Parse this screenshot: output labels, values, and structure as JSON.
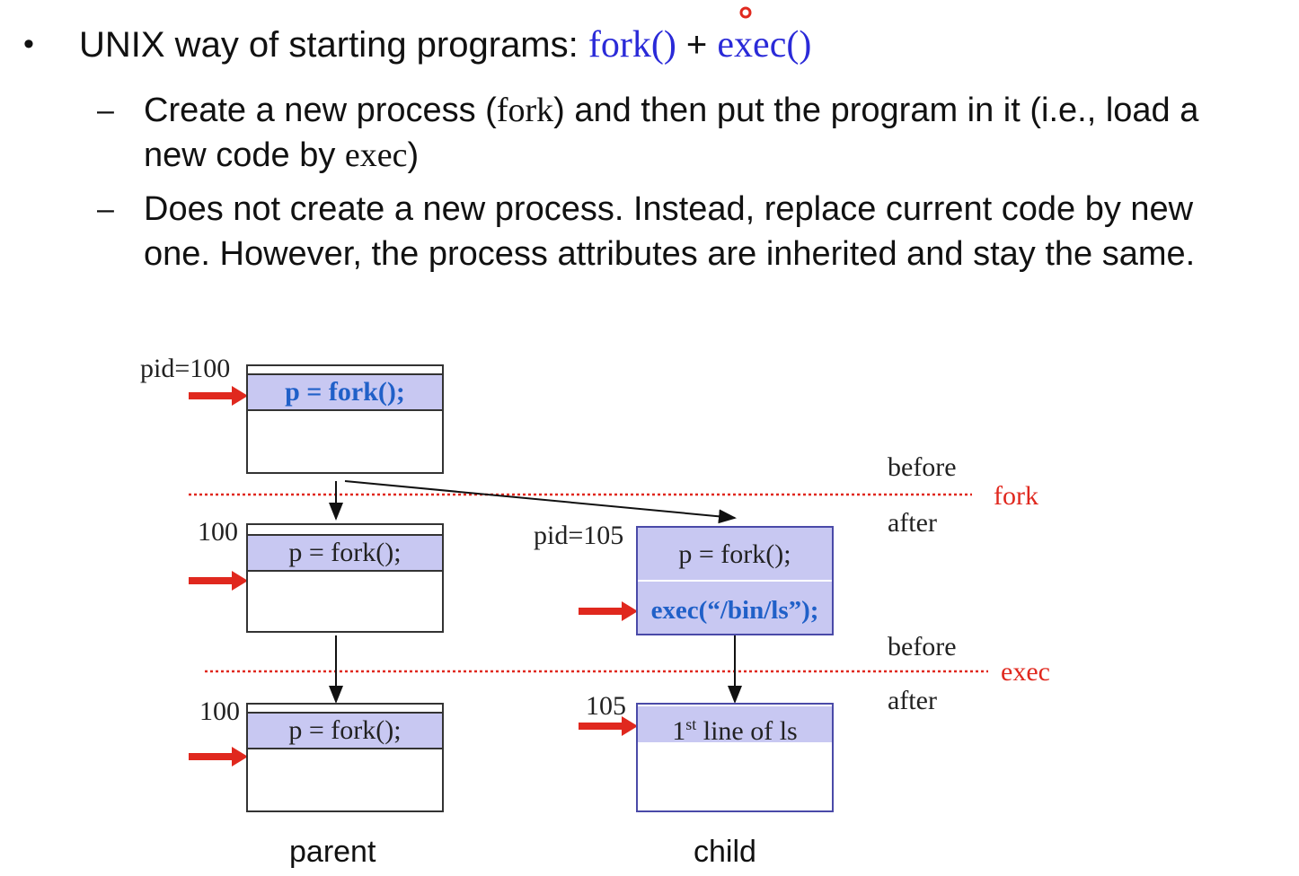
{
  "slide": {
    "bullet_marker": "•",
    "title_prefix": "UNIX way of starting programs: ",
    "title_fork": "fork()",
    "title_plus": " + ",
    "title_exec": "exec()",
    "dash": "–",
    "sub1_a": "Create a new process (",
    "sub1_fork": "fork",
    "sub1_b": ") and then put the program in it (i.e., load a new code by ",
    "sub1_exec": "exec",
    "sub1_c": ")",
    "sub2": "Does not create a new process. Instead, replace current code by new one. However, the process attributes are inherited and stay the same."
  },
  "diagram": {
    "pid_parent_top": "pid=100",
    "pid_parent_mid": "100",
    "pid_parent_bot": "100",
    "pid_child_mid": "pid=105",
    "pid_child_bot": "105",
    "code_parent_top": "p = fork();",
    "code_parent_mid": "p = fork();",
    "code_parent_bot": "p = fork();",
    "code_child_fork": "p = fork();",
    "code_child_exec": "exec(“/bin/ls”);",
    "code_child_ls_pre": "1",
    "code_child_ls_sup": "st",
    "code_child_ls_post": " line of ls",
    "fork_before": "before",
    "fork_after": "after",
    "fork_label": "fork",
    "exec_before": "before",
    "exec_after": "after",
    "exec_label": "exec",
    "caption_parent": "parent",
    "caption_child": "child",
    "colors": {
      "pointer": "#e0281e",
      "band": "#c8c8f2",
      "title_code": "#2a2ad8",
      "exec_code": "#2060c8"
    }
  }
}
